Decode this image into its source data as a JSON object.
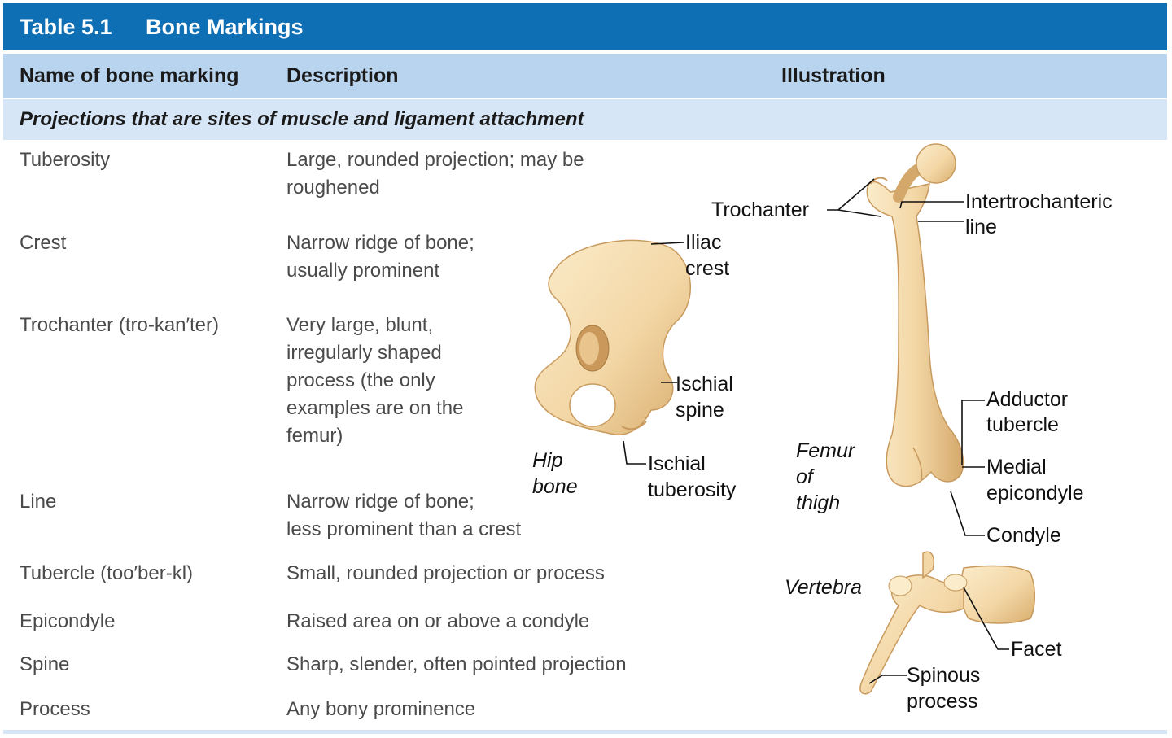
{
  "table": {
    "number": "Table 5.1",
    "title": "Bone Markings",
    "columns": [
      "Name of bone marking",
      "Description",
      "Illustration"
    ],
    "section": "Projections that are sites of muscle and ligament attachment",
    "rows": [
      {
        "name": "Tuberosity",
        "description": [
          "Large, rounded projection; may be",
          "roughened"
        ]
      },
      {
        "name": "Crest",
        "description": [
          "Narrow ridge of bone;",
          "usually prominent"
        ]
      },
      {
        "name": "Trochanter (tro-kan′ter)",
        "description": [
          "Very large, blunt,",
          "irregularly shaped",
          "process (the only",
          "examples are on the",
          "femur)"
        ]
      },
      {
        "name": "Line",
        "description": [
          "Narrow ridge of bone;",
          "less prominent than a crest"
        ]
      },
      {
        "name": "Tubercle (too′ber-kl)",
        "description": [
          "Small, rounded projection or process"
        ]
      },
      {
        "name": "Epicondyle",
        "description": [
          "Raised area on or above a condyle"
        ]
      },
      {
        "name": "Spine",
        "description": [
          "Sharp, slender, often pointed projection"
        ]
      },
      {
        "name": "Process",
        "description": [
          "Any bony prominence"
        ]
      }
    ]
  },
  "illustration": {
    "hip": {
      "name": [
        "Hip",
        "bone"
      ],
      "iliac_crest": [
        "Iliac",
        "crest"
      ],
      "ischial_spine": [
        "Ischial",
        "spine"
      ],
      "ischial_tuberosity": [
        "Ischial",
        "tuberosity"
      ]
    },
    "femur": {
      "name": [
        "Femur",
        "of",
        "thigh"
      ],
      "trochanter": "Trochanter",
      "intertrochanteric_line": [
        "Intertrochanteric",
        "line"
      ],
      "adductor_tubercle": [
        "Adductor",
        "tubercle"
      ],
      "medial_epicondyle": [
        "Medial",
        "epicondyle"
      ],
      "condyle": "Condyle"
    },
    "vertebra": {
      "name": "Vertebra",
      "facet": "Facet",
      "spinous_process": [
        "Spinous",
        "process"
      ]
    }
  },
  "colors": {
    "title_bar": "#0f6fb5",
    "header_row": "#b9d4ee",
    "section_row": "#d6e6f6",
    "bone_fill": "#f3d7a6",
    "bone_shade": "#dcb57a",
    "bone_light": "#fbeccb"
  }
}
